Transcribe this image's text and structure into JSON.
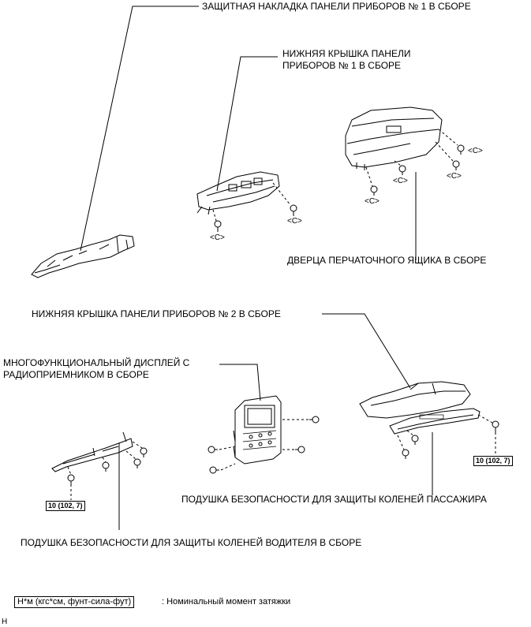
{
  "labels": {
    "cover1": "ЗАЩИТНАЯ НАКЛАДКА ПАНЕЛИ ПРИБОРОВ № 1 В СБОРЕ",
    "lower_cover1_line1": "НИЖНЯЯ КРЫШКА ПАНЕЛИ",
    "lower_cover1_line2": "ПРИБОРОВ № 1 В СБОРЕ",
    "glove_box": "ДВЕРЦА ПЕРЧАТОЧНОГО ЯЩИКА В СБОРЕ",
    "lower_cover2": "НИЖНЯЯ КРЫШКА ПАНЕЛИ ПРИБОРОВ № 2 В СБОРЕ",
    "display_line1": "МНОГОФУНКЦИОНАЛЬНЫЙ ДИСПЛЕЙ С",
    "display_line2": "РАДИОПРИЕМНИКОМ В СБОРЕ",
    "airbag_passenger": "ПОДУШКА БЕЗОПАСНОСТИ ДЛЯ ЗАЩИТЫ КОЛЕНЕЙ ПАССАЖИРА",
    "airbag_driver": "ПОДУШКА БЕЗОПАСНОСТИ ДЛЯ ЗАЩИТЫ КОЛЕНЕЙ ВОДИТЕЛЯ В СБОРЕ"
  },
  "clip_marks": {
    "c1": "<C>",
    "c2": "<C>",
    "c3": "<C>",
    "c4": "<C>",
    "c5": "<C>",
    "c6": "<C>"
  },
  "torque": {
    "left": "10 (102, 7)",
    "right": "10 (102, 7)"
  },
  "legend": {
    "box": "Н*м (кгс*см, фунт-сила-фут)",
    "text": ": Номинальный момент затяжки"
  },
  "corner_mark": "Н"
}
